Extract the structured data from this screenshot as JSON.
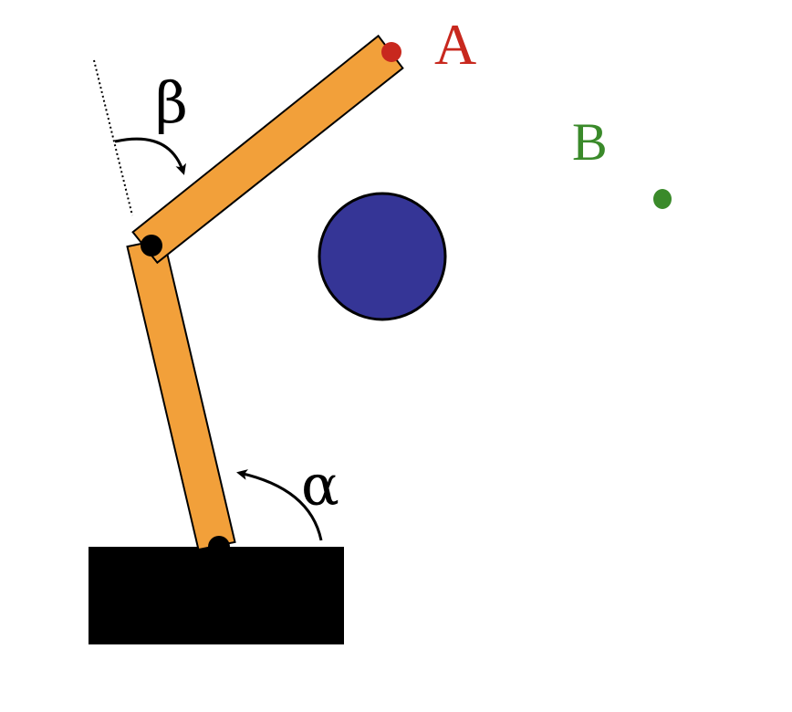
{
  "labels": {
    "a": "A",
    "b": "B",
    "alpha": "α",
    "beta": "β"
  },
  "colors": {
    "background": "#ffffff",
    "arm": "#f2a03a",
    "outline": "#000000",
    "base": "#000000",
    "joint": "#000000",
    "obstacle": "#353596",
    "point_a": "#c8281e",
    "point_b": "#3a8a2a",
    "label_a": "#c8281e",
    "label_b": "#3a8a2a"
  }
}
